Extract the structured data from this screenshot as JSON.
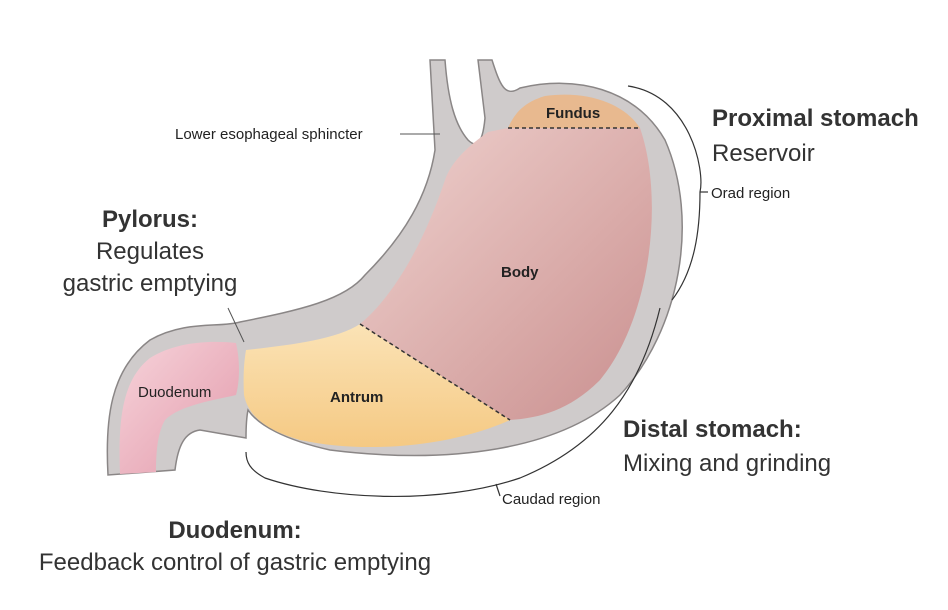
{
  "regions": {
    "fundus": "Fundus",
    "body": "Body",
    "antrum": "Antrum",
    "duodenum": "Duodenum"
  },
  "callouts": {
    "les": "Lower esophageal sphincter",
    "orad": "Orad region",
    "caudad": "Caudad region"
  },
  "annotations": {
    "proximal": {
      "title": "Proximal stomach",
      "desc": "Reservoir"
    },
    "pylorus": {
      "title": "Pylorus:",
      "desc_line1": "Regulates",
      "desc_line2": "gastric emptying"
    },
    "distal": {
      "title": "Distal stomach:",
      "desc": "Mixing and grinding"
    },
    "duodenum": {
      "title": "Duodenum:",
      "desc": "Feedback control of gastric emptying"
    }
  },
  "colors": {
    "wall": "#cfcbcb",
    "wall_stroke": "#8a8686",
    "body": "#d9aaa8",
    "fundus": "#e8b98f",
    "antrum": "#f7d49c",
    "duodenum": "#e8a4b3"
  }
}
